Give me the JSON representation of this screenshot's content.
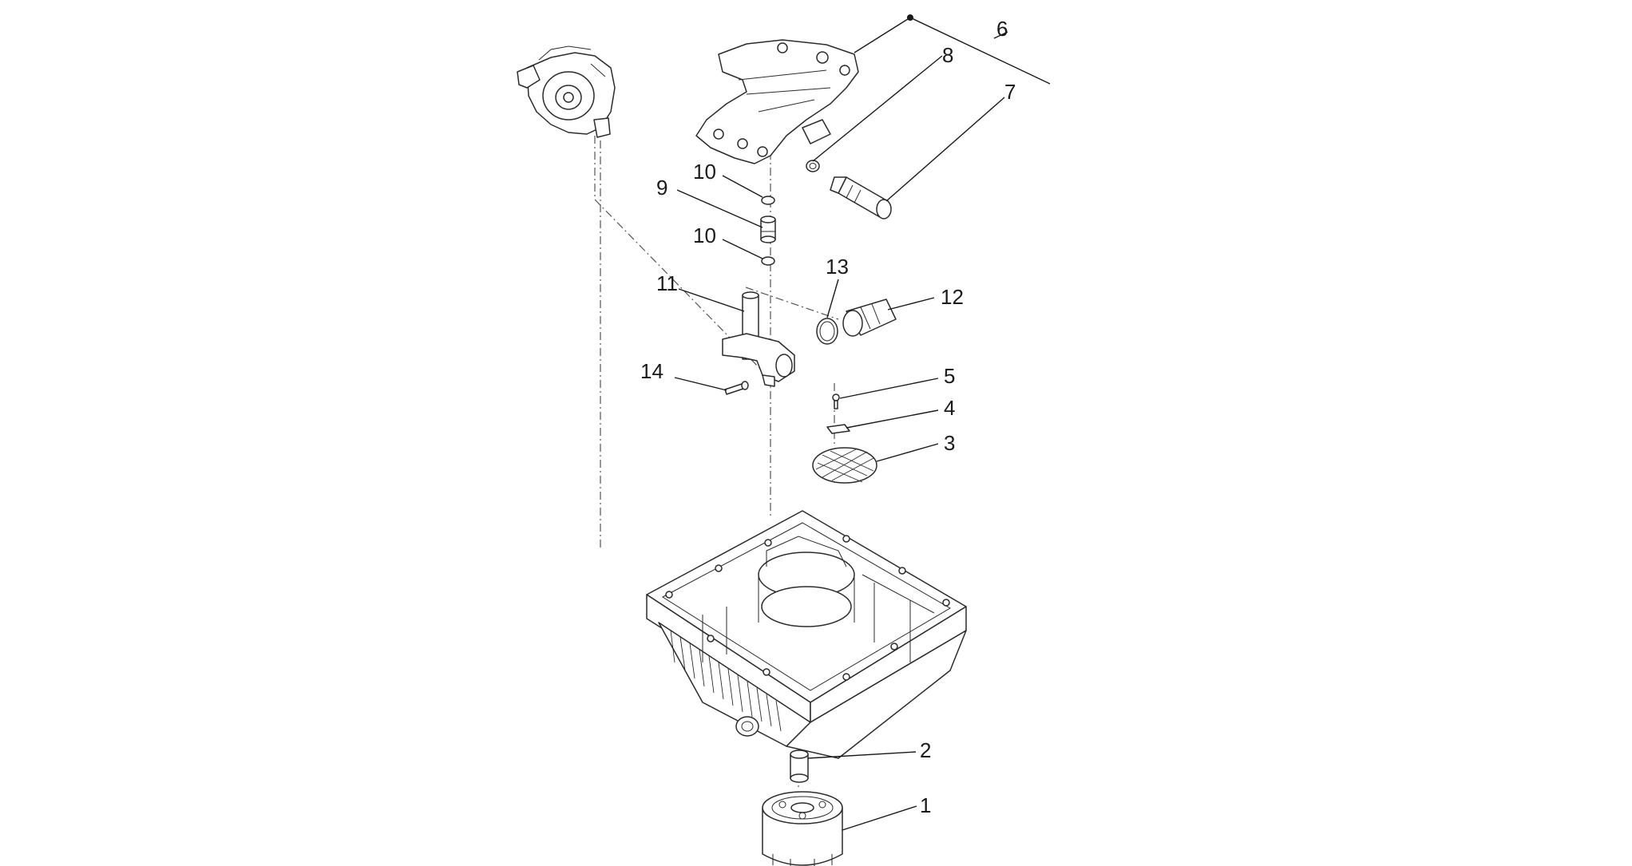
{
  "callouts": [
    {
      "id": "c1",
      "label": "1"
    },
    {
      "id": "c2",
      "label": "2"
    },
    {
      "id": "c3",
      "label": "3"
    },
    {
      "id": "c4",
      "label": "4"
    },
    {
      "id": "c5",
      "label": "5"
    },
    {
      "id": "c6",
      "label": "6"
    },
    {
      "id": "c7",
      "label": "7"
    },
    {
      "id": "c8",
      "label": "8"
    },
    {
      "id": "c9",
      "label": "9"
    },
    {
      "id": "c10a",
      "label": "10"
    },
    {
      "id": "c10b",
      "label": "10"
    },
    {
      "id": "c11",
      "label": "11"
    },
    {
      "id": "c12",
      "label": "12"
    },
    {
      "id": "c13",
      "label": "13"
    },
    {
      "id": "c14",
      "label": "14"
    }
  ],
  "colors": {
    "line": "#2b2b2b",
    "background": "#ffffff"
  }
}
